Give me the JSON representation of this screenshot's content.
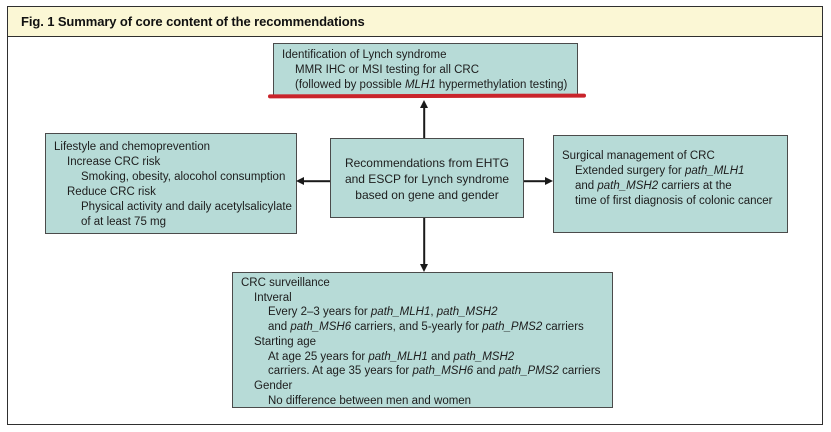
{
  "figure_title": "Fig. 1 Summary of core content of the recommendations",
  "colors": {
    "box_fill": "#b7dbd7",
    "box_border": "#4b4b4b",
    "title_bg": "#fbf7d5",
    "frame_border": "#2f2f2f",
    "red_line": "#c9242b",
    "arrow": "#1a1a1a",
    "text": "#1d1d1d"
  },
  "boxes": {
    "identification": {
      "lines": [
        {
          "indent": 0,
          "parts": [
            {
              "t": "Identification of Lynch syndrome"
            }
          ]
        },
        {
          "indent": 1,
          "parts": [
            {
              "t": "MMR IHC or MSI testing for all CRC"
            }
          ]
        },
        {
          "indent": 1,
          "parts": [
            {
              "t": "(followed by possible "
            },
            {
              "t": "MLH1",
              "i": true
            },
            {
              "t": " hypermethylation testing)"
            }
          ]
        }
      ]
    },
    "lifestyle": {
      "lines": [
        {
          "indent": 0,
          "parts": [
            {
              "t": "Lifestyle and chemoprevention"
            }
          ]
        },
        {
          "indent": 1,
          "parts": [
            {
              "t": "Increase CRC risk"
            }
          ]
        },
        {
          "indent": 2,
          "parts": [
            {
              "t": "Smoking, obesity, alocohol consumption"
            }
          ]
        },
        {
          "indent": 1,
          "parts": [
            {
              "t": "Reduce CRC risk"
            }
          ]
        },
        {
          "indent": 2,
          "parts": [
            {
              "t": "Physical activity and daily acetylsalicylate"
            }
          ]
        },
        {
          "indent": 2,
          "parts": [
            {
              "t": "of at least 75 mg"
            }
          ]
        }
      ]
    },
    "center": {
      "lines": [
        {
          "indent": 0,
          "parts": [
            {
              "t": "Recommendations from EHTG"
            }
          ]
        },
        {
          "indent": 0,
          "parts": [
            {
              "t": "and ESCP for Lynch syndrome"
            }
          ]
        },
        {
          "indent": 0,
          "parts": [
            {
              "t": "based on gene and gender"
            }
          ]
        }
      ]
    },
    "surgical": {
      "lines": [
        {
          "indent": 0,
          "parts": [
            {
              "t": "Surgical management of CRC"
            }
          ]
        },
        {
          "indent": 1,
          "parts": [
            {
              "t": "Extended surgery for "
            },
            {
              "t": "path_MLH1",
              "i": true
            }
          ]
        },
        {
          "indent": 1,
          "parts": [
            {
              "t": "and "
            },
            {
              "t": "path_MSH2",
              "i": true
            },
            {
              "t": " carriers at the"
            }
          ]
        },
        {
          "indent": 1,
          "parts": [
            {
              "t": "time of first diagnosis of colonic cancer"
            }
          ]
        }
      ]
    },
    "surveillance": {
      "lines": [
        {
          "indent": 0,
          "parts": [
            {
              "t": "CRC surveillance"
            }
          ]
        },
        {
          "indent": 1,
          "parts": [
            {
              "t": "Intveral"
            }
          ]
        },
        {
          "indent": 2,
          "parts": [
            {
              "t": "Every 2–3 years for "
            },
            {
              "t": "path_MLH1",
              "i": true
            },
            {
              "t": ", "
            },
            {
              "t": "path_MSH2",
              "i": true
            }
          ]
        },
        {
          "indent": 2,
          "parts": [
            {
              "t": "and "
            },
            {
              "t": "path_MSH6",
              "i": true
            },
            {
              "t": " carriers, and 5-yearly for "
            },
            {
              "t": "path_PMS2",
              "i": true
            },
            {
              "t": " carriers"
            }
          ]
        },
        {
          "indent": 1,
          "parts": [
            {
              "t": "Starting age"
            }
          ]
        },
        {
          "indent": 2,
          "parts": [
            {
              "t": "At age 25 years for "
            },
            {
              "t": "path_MLH1",
              "i": true
            },
            {
              "t": " and "
            },
            {
              "t": "path_MSH2",
              "i": true
            }
          ]
        },
        {
          "indent": 2,
          "parts": [
            {
              "t": "carriers. At age 35 years for "
            },
            {
              "t": "path_MSH6",
              "i": true
            },
            {
              "t": " and "
            },
            {
              "t": "path_PMS2",
              "i": true
            },
            {
              "t": " carriers"
            }
          ]
        },
        {
          "indent": 1,
          "parts": [
            {
              "t": "Gender"
            }
          ]
        },
        {
          "indent": 2,
          "parts": [
            {
              "t": "No difference between men and women"
            }
          ]
        }
      ]
    }
  }
}
